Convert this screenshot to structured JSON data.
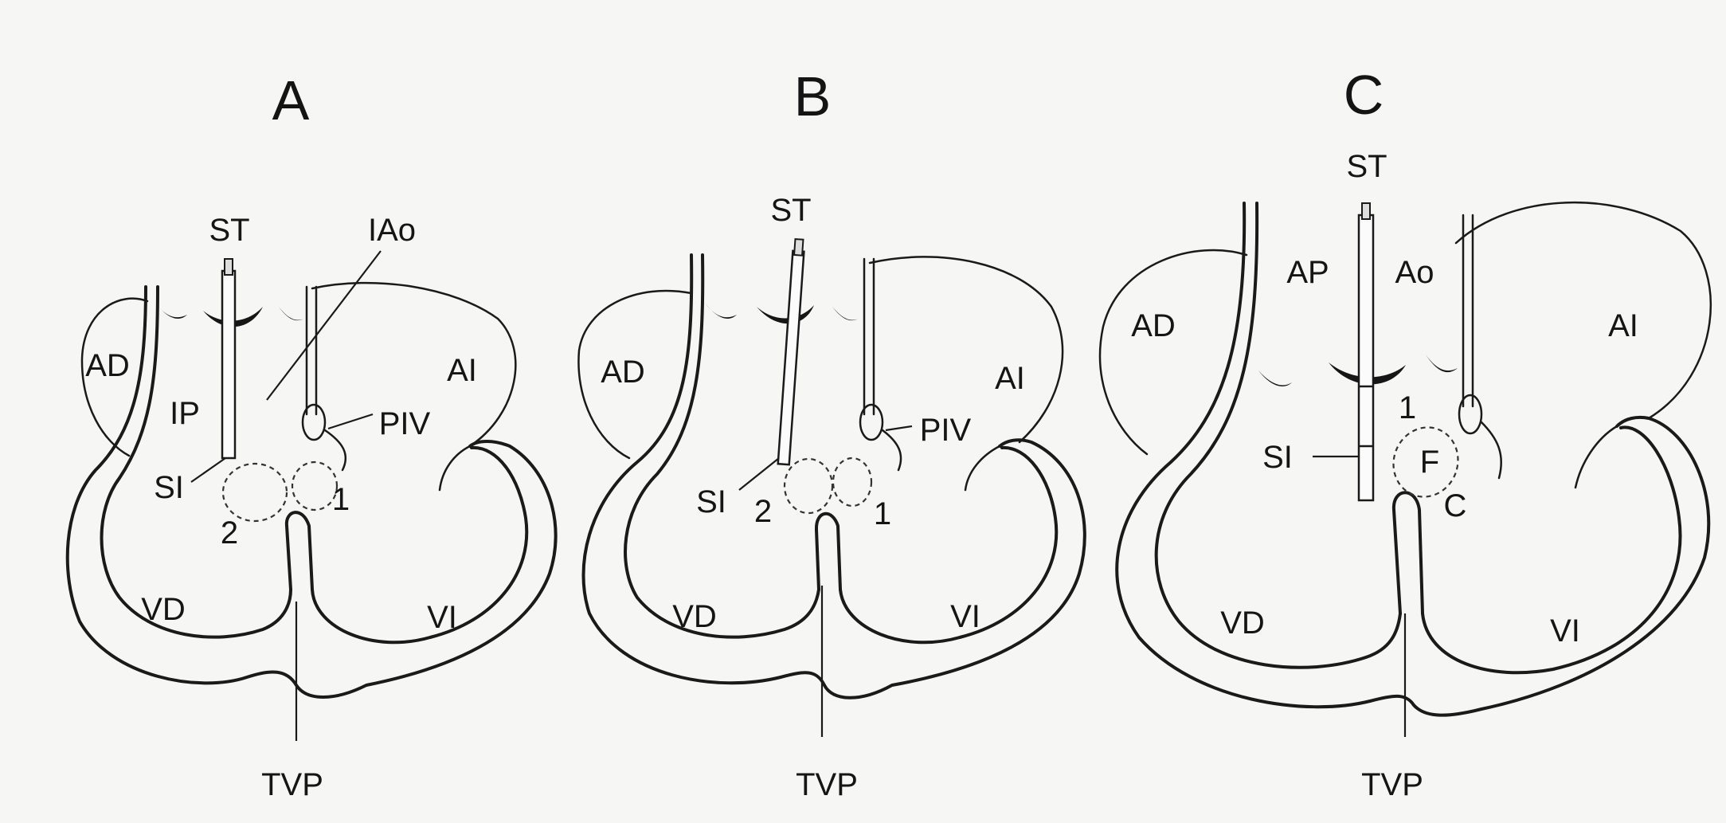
{
  "panels": [
    {
      "letter": "A",
      "labels": {
        "st": "ST",
        "iao": "IAo",
        "ad": "AD",
        "ip": "IP",
        "ai": "AI",
        "piv": "PIV",
        "si": "SI",
        "one": "1",
        "two": "2",
        "vd": "VD",
        "vi": "VI",
        "tvp": "TVP"
      }
    },
    {
      "letter": "B",
      "labels": {
        "st": "ST",
        "ad": "AD",
        "ai": "AI",
        "piv": "PIV",
        "si": "SI",
        "two": "2",
        "one": "1",
        "vd": "VD",
        "vi": "VI",
        "tvp": "TVP"
      }
    },
    {
      "letter": "C",
      "labels": {
        "st": "ST",
        "ap": "AP",
        "ao": "Ao",
        "ad": "AD",
        "ai": "AI",
        "one": "1",
        "si": "SI",
        "f": "F",
        "c": "C",
        "vd": "VD",
        "vi": "VI",
        "tvp": "TVP"
      }
    }
  ]
}
